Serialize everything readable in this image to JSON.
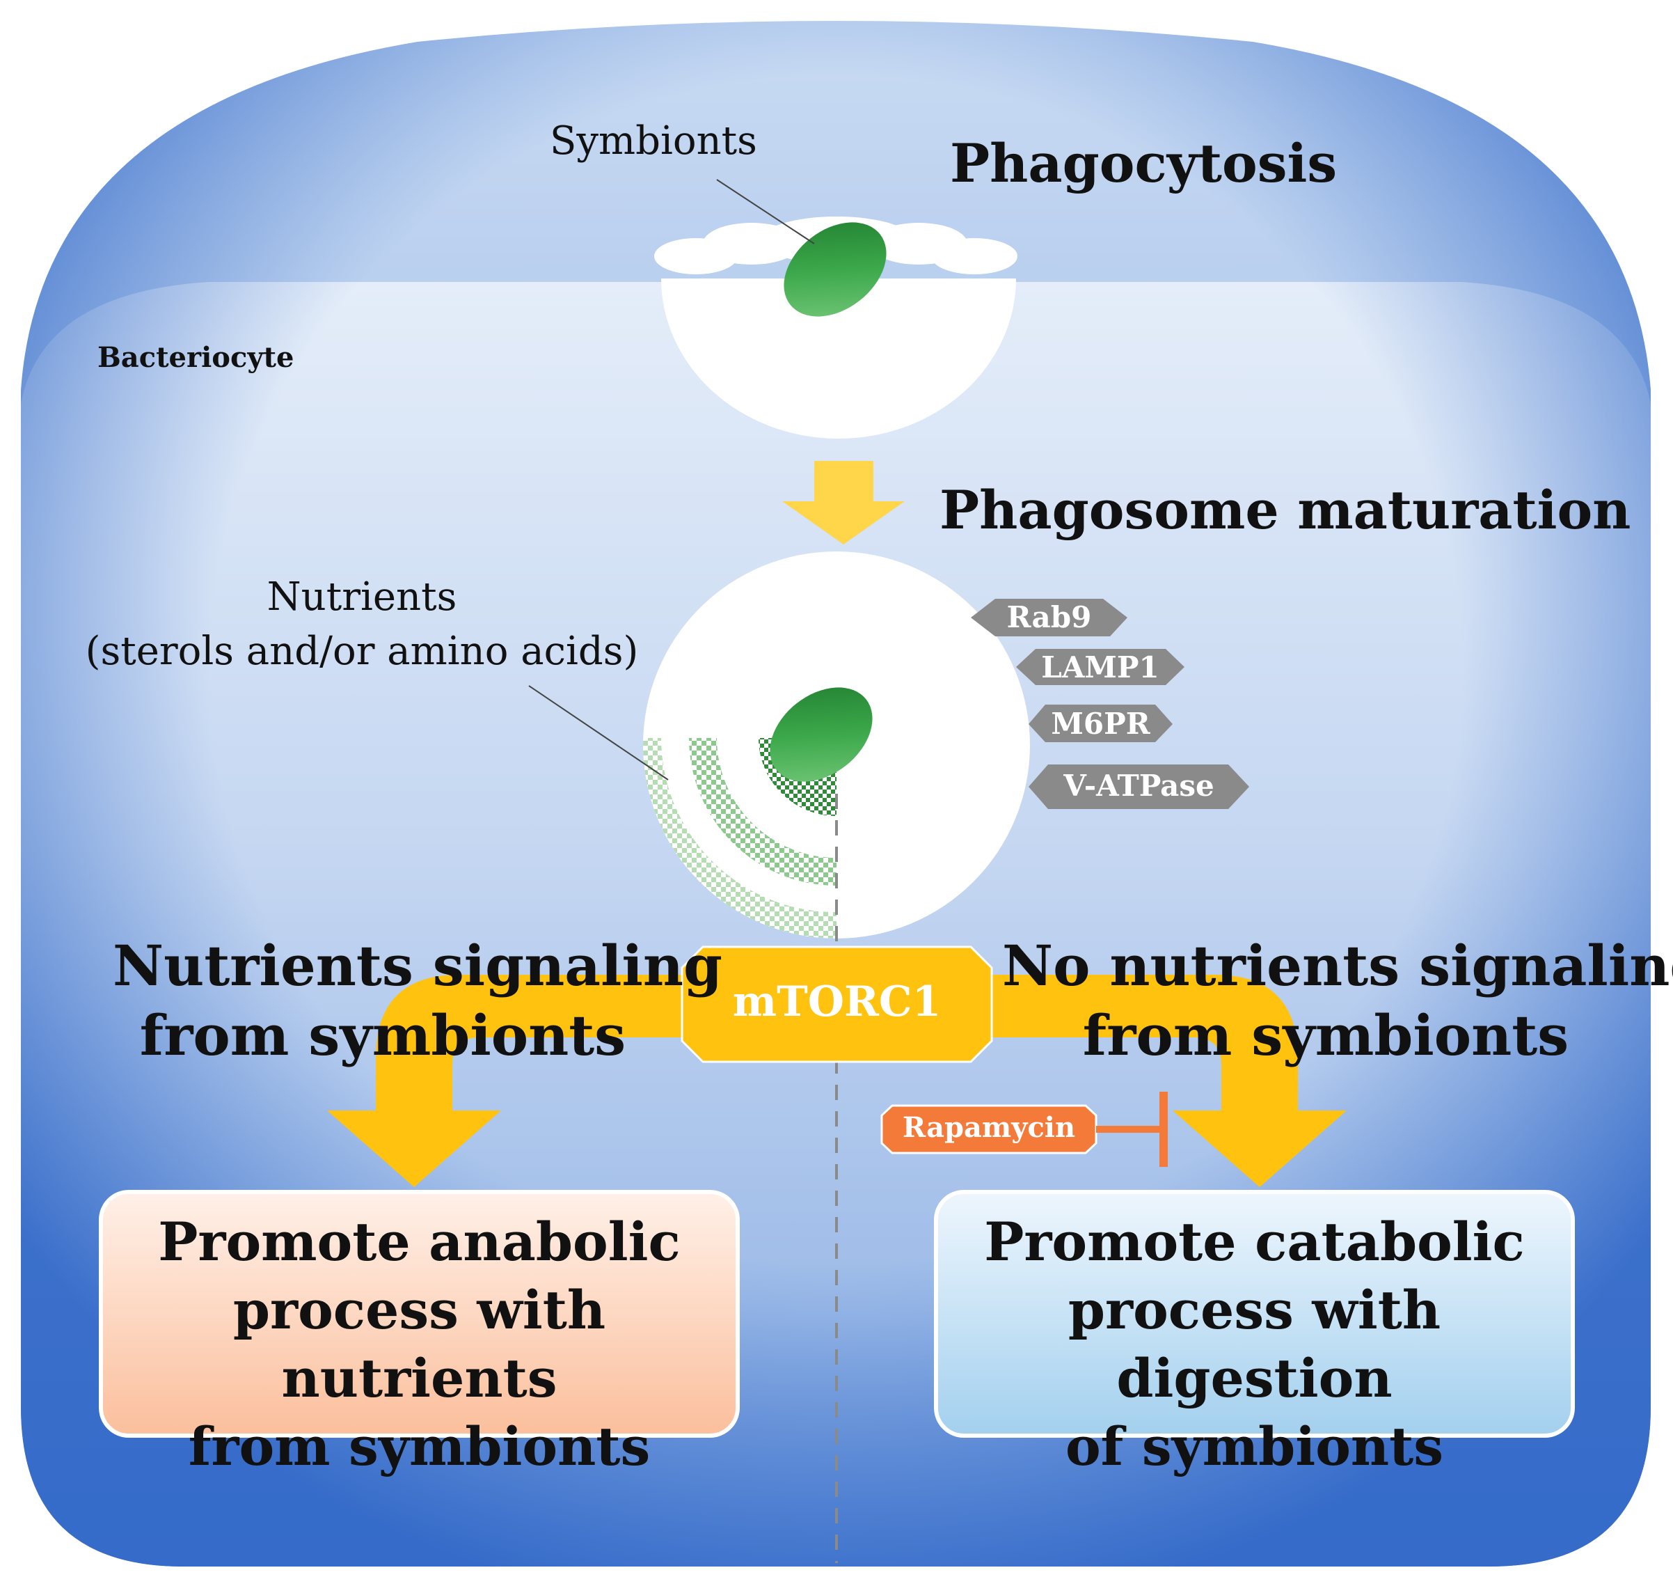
{
  "labels": {
    "symbionts": "Symbionts",
    "phagocytosis": "Phagocytosis",
    "bacteriocyte": "Bacteriocyte",
    "phagosome_maturation": "Phagosome maturation",
    "nutrients_line1": "Nutrients",
    "nutrients_line2": "(sterols and/or amino acids)",
    "signaling_left_line1": "Nutrients signaling",
    "signaling_left_line2": "from symbionts",
    "signaling_right_line1": "No nutrients signaling",
    "signaling_right_line2": "from symbionts",
    "mtorc1": "mTORC1",
    "rapamycin": "Rapamycin"
  },
  "markers": [
    "Rab9",
    "LAMP1",
    "M6PR",
    "V-ATPase"
  ],
  "boxes": {
    "anabolic": [
      "Promote anabolic",
      "process with nutrients",
      "from symbionts"
    ],
    "catabolic": [
      "Promote catabolic",
      "process with digestion",
      "of symbionts"
    ]
  },
  "colors": {
    "cell_blue": "#4d7fd0",
    "arrow_yellow": "#ffc20e",
    "marker_gray": "#8a8a8a",
    "rapamycin_orange": "#f47a3a",
    "symbiont_green": "#2e9a3e",
    "anabolic_box": "#fbc6a6",
    "catabolic_box": "#a9d3ee"
  }
}
